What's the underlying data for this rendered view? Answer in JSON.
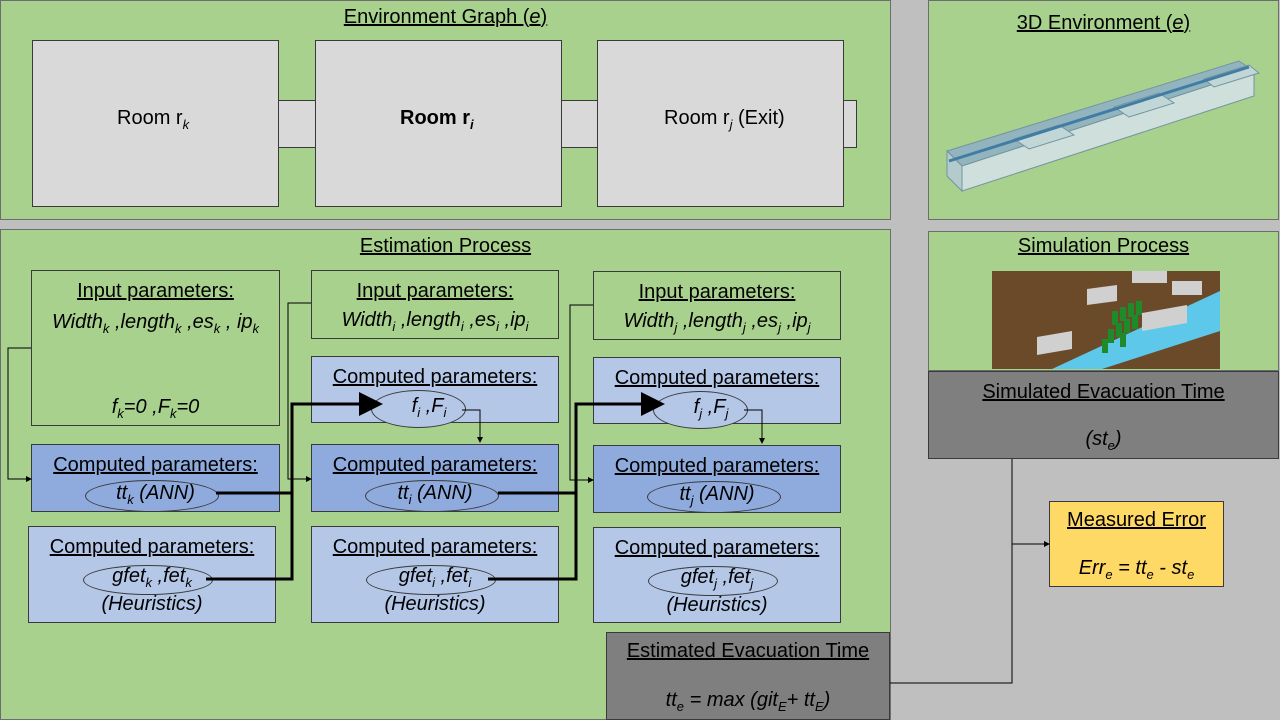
{
  "env_graph": {
    "title": "Environment Graph (",
    "title_e": "e",
    "title_end": ")",
    "room_k": "Room r",
    "room_k_sub": "k",
    "room_i": "Room r",
    "room_i_sub": "i",
    "room_j": "Room r",
    "room_j_sub": "j",
    "room_j_suffix": " (Exit)"
  },
  "env_3d": {
    "title": "3D Environment (",
    "title_e": "e",
    "title_end": ")"
  },
  "estimation": {
    "title": "Estimation Process"
  },
  "simulation": {
    "title": "Simulation Process"
  },
  "columns": [
    {
      "input_title": "Input parameters:",
      "input_line": [
        "Width",
        "k",
        " ,length",
        "k",
        " ,es",
        "k",
        " ,  ip",
        "k"
      ],
      "f_line": [
        "f",
        "k",
        "=0 ,F",
        "k",
        "=0"
      ],
      "ann_title": "Computed parameters:",
      "ann_val": [
        "tt",
        "k",
        " (ANN)"
      ],
      "heur_title": "Computed parameters:",
      "heur_val": [
        "gfet",
        "k",
        " ,fet",
        "k"
      ],
      "heur_sub": "(Heuristics)"
    },
    {
      "input_title": "Input parameters:",
      "input_line": [
        "Width",
        "i",
        " ,length",
        "i",
        " ,es",
        "i",
        " ,ip",
        "i"
      ],
      "cp_title": "Computed parameters:",
      "cp_val": [
        "f",
        "i",
        " ,F",
        "i"
      ],
      "ann_title": "Computed parameters:",
      "ann_val": [
        "tt",
        "i",
        " (ANN)"
      ],
      "heur_title": "Computed parameters:",
      "heur_val": [
        "gfet",
        "i",
        " ,fet",
        "i"
      ],
      "heur_sub": "(Heuristics)"
    },
    {
      "input_title": "Input parameters:",
      "input_line": [
        "Width",
        "j",
        " ,length",
        "j",
        " ,es",
        "j",
        " ,ip",
        "j"
      ],
      "cp_title": "Computed parameters:",
      "cp_val": [
        "f",
        "j",
        " ,F",
        "j"
      ],
      "ann_title": "Computed parameters:",
      "ann_val": [
        "tt",
        "j",
        " (ANN)"
      ],
      "heur_title": "Computed parameters:",
      "heur_val": [
        "gfet",
        "j",
        " ,fet",
        "j"
      ],
      "heur_sub": "(Heuristics)"
    }
  ],
  "simulated": {
    "title": "Simulated Evacuation Time",
    "val": "(st",
    "val_sub": "e",
    "val_end": ")"
  },
  "measured": {
    "title": "Measured Error",
    "val": [
      "Err",
      "e",
      " = tt",
      "e",
      " - st",
      "e"
    ]
  },
  "estimated": {
    "title": "Estimated Evacuation Time",
    "val": [
      "tt",
      "e",
      " = max  (git",
      "E",
      "+ tt",
      "E",
      ")"
    ]
  }
}
